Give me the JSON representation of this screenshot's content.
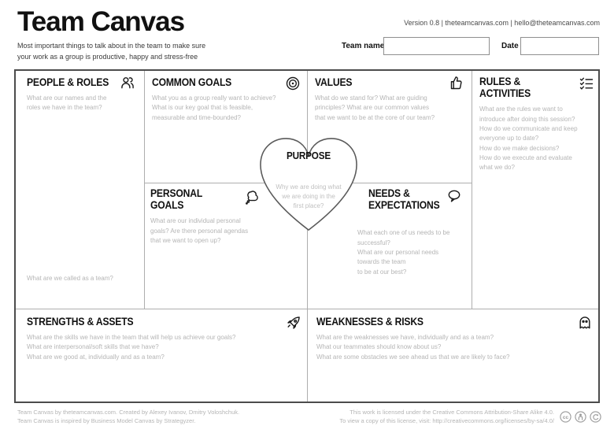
{
  "header": {
    "title": "Team Canvas",
    "subtitle": "Most important things to talk about in the team to make sure\nyour work as a group is productive, happy and stress-free",
    "version_info": "Version 0.8  |  theteamcanvas.com  |  hello@theteamcanvas.com",
    "team_name_label": "Team name",
    "team_name_value": "",
    "date_label": "Date",
    "date_value": ""
  },
  "sections": {
    "people_roles": {
      "title": "PEOPLE & ROLES",
      "icon": "people-icon",
      "prompt": "What are our names and the\nroles we have in the team?",
      "prompt2": "What are we called as a team?"
    },
    "common_goals": {
      "title": "COMMON GOALS",
      "icon": "target-icon",
      "prompt": "What you as a group really want to achieve?\nWhat is our key goal that is feasible,\nmeasurable and time-bounded?"
    },
    "values": {
      "title": "VALUES",
      "icon": "thumbs-up-icon",
      "prompt": "What do we stand for? What are guiding\nprinciples? What are our common values\nthat we want to be at the core of our team?"
    },
    "rules_activities": {
      "title": "RULES &\nACTIVITIES",
      "icon": "checklist-icon",
      "prompt": "What are the rules we want to\nintroduce after doing this session?\nHow do we communicate and keep\neveryone up to date?\nHow do we make decisions?\nHow do we execute and evaluate\nwhat we do?"
    },
    "personal_goals": {
      "title": "PERSONAL\nGOALS",
      "icon": "thought-bubble-icon",
      "prompt": "What are our individual personal\ngoals? Are there personal agendas\nthat we want to open up?"
    },
    "needs_expectations": {
      "title": "NEEDS &\nEXPECTATIONS",
      "icon": "speech-bubble-icon",
      "prompt": "What each one of us needs to be successful?\nWhat are our personal needs towards the team\nto be at our best?"
    },
    "purpose": {
      "title": "PURPOSE",
      "prompt": "Why we are doing what\nwe are doing in the\nfirst place?"
    },
    "strengths_assets": {
      "title": "STRENGTHS & ASSETS",
      "icon": "rocket-icon",
      "prompt": "What are the skills we have in the team that will help us achieve our goals?\nWhat are interpersonal/soft skills that we have?\nWhat are we good at, individually and as a team?"
    },
    "weaknesses_risks": {
      "title": "WEAKNESSES & RISKS",
      "icon": "ghost-icon",
      "prompt": "What are the weaknesses we have, individually and as a team?\nWhat our teammates should know about us?\nWhat are some obstacles we see ahead us that we are likely to face?"
    }
  },
  "footer": {
    "credits": "Team Canvas by theteamcanvas.com. Created by Alexey Ivanov, Dmitry Voloshchuk.\nTeam Canvas is inspired by Business Model Canvas by Strategyzer.",
    "license": "This work is licensed under the Creative Commons Attribution-Share Alike 4.0.\nTo view a copy of this license, visit: http://creativecommons.org/licenses/by-sa/4.0/",
    "license_icons": [
      "cc-icon",
      "attribution-icon",
      "share-alike-icon"
    ]
  },
  "colors": {
    "text": "#111111",
    "prompt_gray": "#b5b5b5",
    "outer_border": "#4c4c4c",
    "grid_line": "#aeaeae"
  }
}
